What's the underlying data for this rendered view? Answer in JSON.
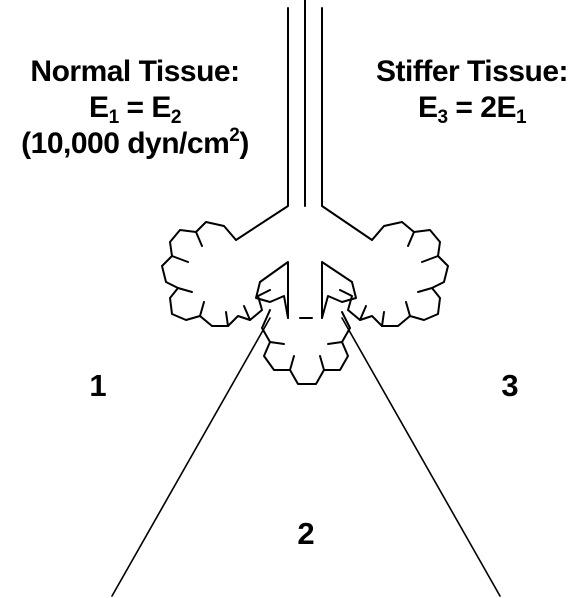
{
  "left_label": {
    "title": "Normal Tissue:",
    "equation": {
      "e1": "E",
      "e1_sub": "1",
      "eq": " = ",
      "e2": "E",
      "e2_sub": "2"
    },
    "modulus": {
      "open": "(10,000 dyn/cm",
      "sup": "2",
      "close": ")"
    }
  },
  "right_label": {
    "title": "Stiffer Tissue:",
    "equation": {
      "e3": "E",
      "e3_sub": "3",
      "eq": " = 2",
      "e1": "E",
      "e1_sub": "1"
    }
  },
  "regions": {
    "r1": "1",
    "r2": "2",
    "r3": "3"
  },
  "colors": {
    "ink": "#000000",
    "background": "#ffffff"
  }
}
